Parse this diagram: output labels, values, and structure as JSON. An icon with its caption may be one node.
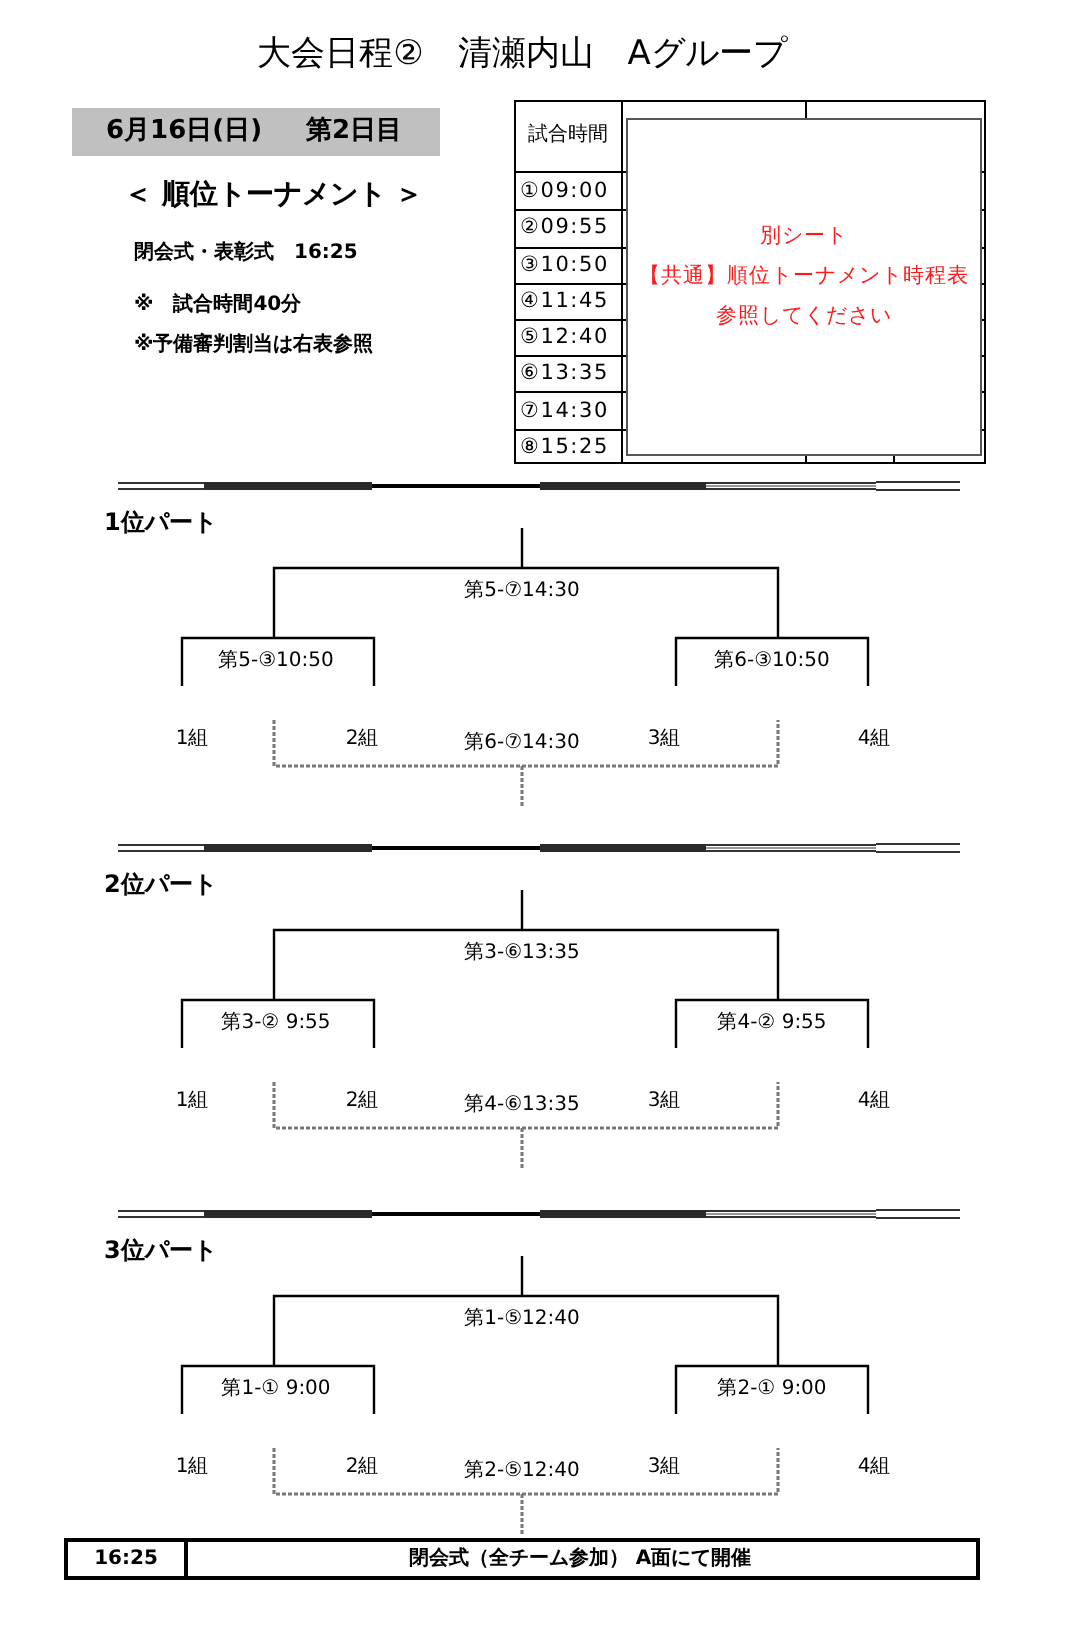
{
  "diagram": {
    "title": "大会日程②　清瀬内山　Aグループ",
    "nodes": [
      {
        "text": [
          "6月16日(日)",
          "第2日目"
        ]
      },
      {
        "text": [
          "別シート",
          "【共通】順位トーナメント時程表",
          "参照してください"
        ]
      },
      {
        "text": [
          "16:25",
          "閉会式（全チーム参加） A面にて開催"
        ]
      }
    ],
    "labels": [
      "＜ 順位トーナメント ＞",
      "閉会式・表彰式　16:25",
      "※　試合時間40分",
      "※予備審判割当は右表参照",
      "試合時間",
      "①09:00",
      "②09:55",
      "③10:50",
      "④11:45",
      "⑤12:40",
      "⑥13:35",
      "⑦14:30",
      "⑧15:25",
      "1位パート",
      "第5-⑦14:30",
      "第5-③10:50",
      "第6-③10:50",
      "1組",
      "2組",
      "第6-⑦14:30",
      "3組",
      "4組",
      "2位パート",
      "第3-⑥13:35",
      "第3-② 9:55",
      "第4-② 9:55",
      "1組",
      "2組",
      "第4-⑥13:35",
      "3組",
      "4組",
      "3位パート",
      "第1-⑤12:40",
      "第1-① 9:00",
      "第2-① 9:00",
      "1組",
      "2組",
      "第2-⑤12:40",
      "3組",
      "4組"
    ]
  }
}
